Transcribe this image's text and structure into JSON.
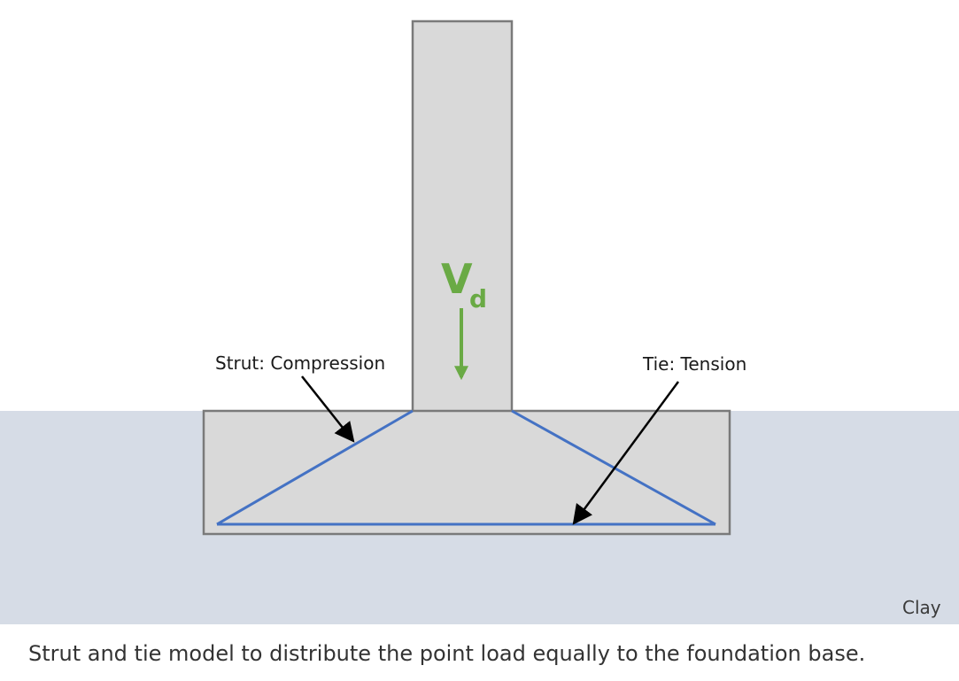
{
  "diagram": {
    "load_symbol": "V",
    "load_subscript": "d",
    "strut_label": "Strut: Compression",
    "tie_label": "Tie: Tension",
    "soil_label": "Clay"
  },
  "caption": "Strut and tie model to distribute the point load equally to the foundation base.",
  "colors": {
    "soil": "#d6dce6",
    "concrete": "#d9d9d9",
    "outline": "#7a7a7a",
    "strut_tie": "#4472c4",
    "load": "#6aaa45",
    "arrow": "#000000"
  }
}
